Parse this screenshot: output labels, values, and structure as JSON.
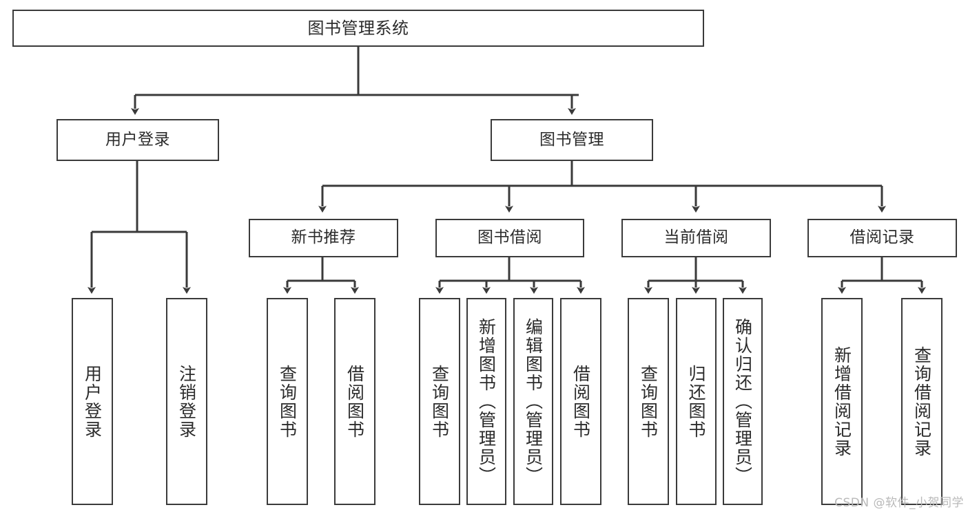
{
  "diagram": {
    "title": "图书管理系统",
    "watermark": "CSDN @软件_小贺同学",
    "root": {
      "label": "图书管理系统"
    },
    "level1": [
      {
        "label": "用户登录"
      },
      {
        "label": "图书管理"
      }
    ],
    "level2": [
      {
        "label": "新书推荐"
      },
      {
        "label": "图书借阅"
      },
      {
        "label": "当前借阅"
      },
      {
        "label": "借阅记录"
      }
    ],
    "leaves": {
      "user_login": [
        {
          "label": "用户登录"
        },
        {
          "label": "注销登录"
        }
      ],
      "new_book": [
        {
          "label": "查询图书"
        },
        {
          "label": "借阅图书"
        }
      ],
      "book_borrow": [
        {
          "label": "查询图书"
        },
        {
          "label": "新增图书（管理员）"
        },
        {
          "label": "编辑图书（管理员）"
        },
        {
          "label": "借阅图书"
        }
      ],
      "current_borrow": [
        {
          "label": "查询图书"
        },
        {
          "label": "归还图书"
        },
        {
          "label": "确认归还（管理员）"
        }
      ],
      "borrow_record": [
        {
          "label": "新增借阅记录"
        },
        {
          "label": "查询借阅记录"
        }
      ]
    },
    "colors": {
      "stroke": "#3a3a3a",
      "text": "#2b2b2b",
      "background": "#ffffff",
      "watermark": "#b9b9b9"
    }
  }
}
